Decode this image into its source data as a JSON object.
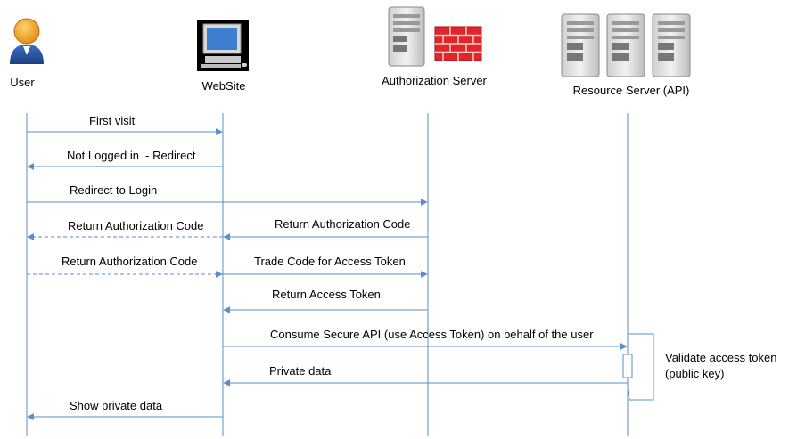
{
  "participants": {
    "user": "User",
    "website": "WebSite",
    "auth_server": "Authorization Server",
    "resource_server": "Resource Server (API)"
  },
  "messages": [
    "First visit",
    "Not Logged in  - Redirect",
    "Redirect to Login",
    "Return Authorization Code",
    "Return Authorization Code",
    "Return Authorization Code",
    "Trade Code for Access Token",
    "Return Access Token",
    "Consume Secure API (use Access Token) on behalf of the user",
    "Private data",
    "Show private data"
  ],
  "note": {
    "line1": "Validate access token",
    "line2": "(public key)"
  },
  "colors": {
    "lifeline": "#5b8fc7",
    "arrow": "#5b8fc7",
    "firewall": "#e0262a",
    "user_head": "#f0a020",
    "user_body": "#2a5aa0"
  }
}
